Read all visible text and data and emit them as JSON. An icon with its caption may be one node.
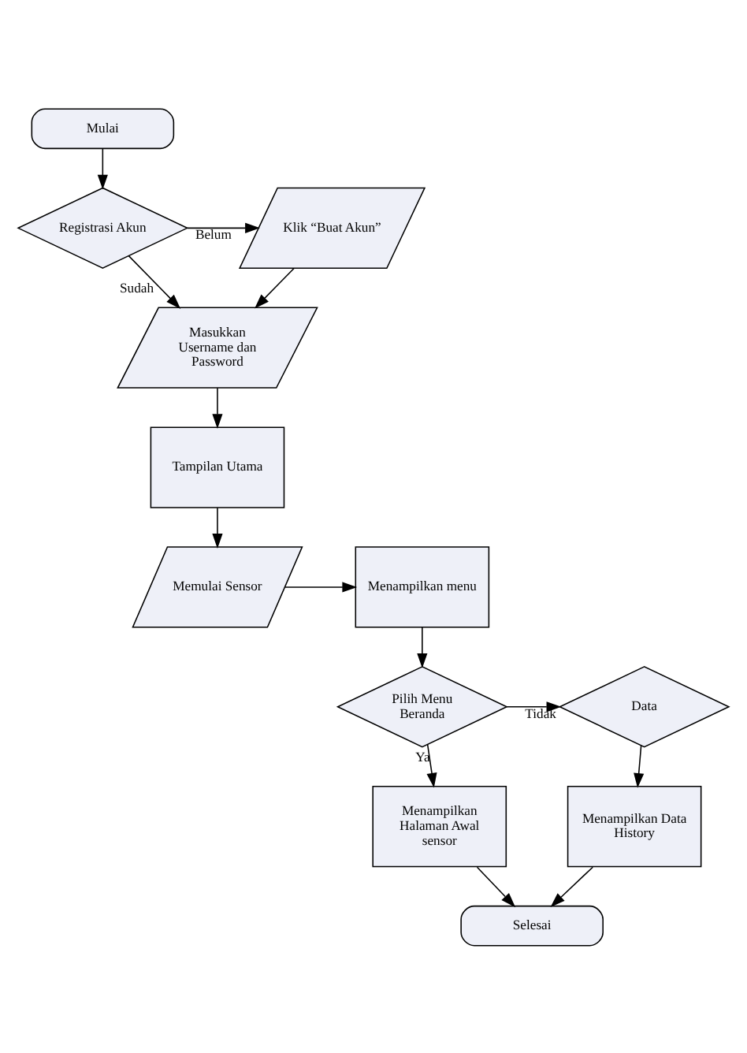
{
  "diagram": {
    "nodes": [
      {
        "text": [
          "Mulai"
        ]
      },
      {
        "text": [
          "Registrasi Akun"
        ]
      },
      {
        "text": [
          "Klik “Buat Akun”"
        ]
      },
      {
        "text": [
          "Masukkan Username dan Password"
        ]
      },
      {
        "text": [
          "Tampilan Utama"
        ]
      },
      {
        "text": [
          "Memulai Sensor"
        ]
      },
      {
        "text": [
          "Menampilkan menu"
        ]
      },
      {
        "text": [
          "Pilih Menu Beranda"
        ]
      },
      {
        "text": [
          "Data"
        ]
      },
      {
        "text": [
          "Menampilkan Halaman Awal sensor"
        ]
      },
      {
        "text": [
          "Menampilkan Data History"
        ]
      },
      {
        "text": [
          "Selesai"
        ]
      }
    ],
    "edges": [
      {
        "from": 0,
        "to": 1,
        "arrow": "to"
      },
      {
        "from": 1,
        "to": 2,
        "arrow": "to",
        "label": "Belum"
      },
      {
        "from": 1,
        "to": 3,
        "arrow": "to",
        "label": "Sudah"
      },
      {
        "from": 2,
        "to": 3,
        "arrow": "to"
      },
      {
        "from": 3,
        "to": 4,
        "arrow": "to"
      },
      {
        "from": 4,
        "to": 5,
        "arrow": "to"
      },
      {
        "from": 5,
        "to": 6,
        "arrow": "to"
      },
      {
        "from": 6,
        "to": 7,
        "arrow": "to"
      },
      {
        "from": 7,
        "to": 8,
        "arrow": "to",
        "label": "Tidak"
      },
      {
        "from": 7,
        "to": 9,
        "arrow": "to",
        "label": "Ya"
      },
      {
        "from": 8,
        "to": 10,
        "arrow": "to"
      },
      {
        "from": 9,
        "to": 11,
        "arrow": "to"
      },
      {
        "from": 10,
        "to": 11,
        "arrow": "to"
      }
    ]
  }
}
